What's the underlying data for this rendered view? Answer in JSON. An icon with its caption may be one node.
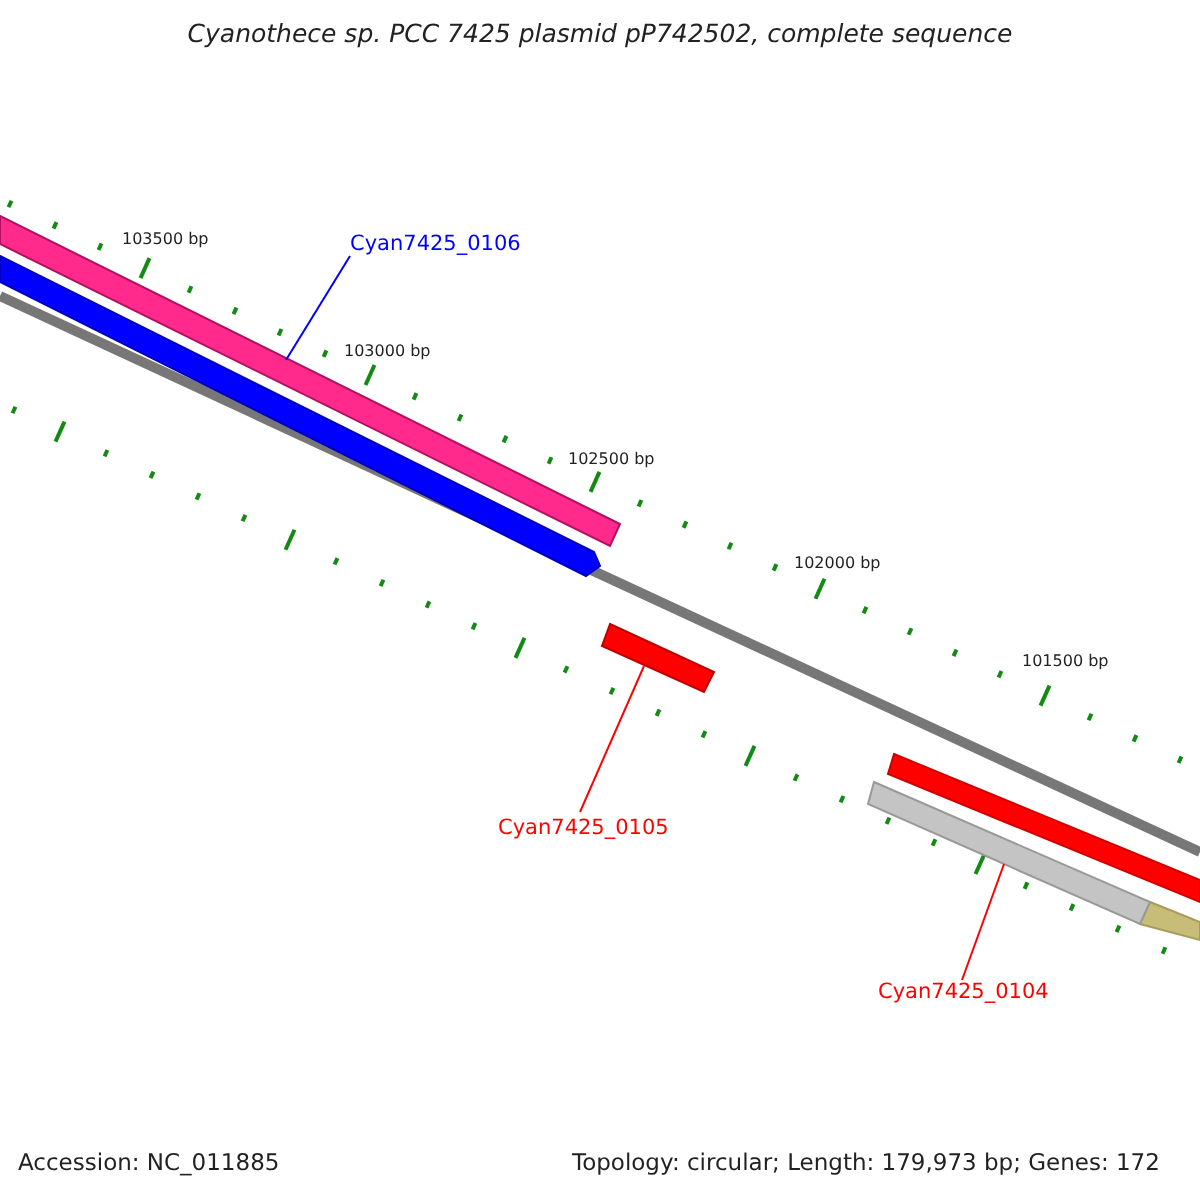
{
  "diagram": {
    "title": "Cyanothece sp. PCC 7425 plasmid pP742502, complete sequence",
    "nodes": [
      {
        "text": [
          "Cyan7425_0106"
        ]
      },
      {
        "text": [
          "Cyan7425_0105"
        ]
      },
      {
        "text": [
          "Cyan7425_0104"
        ]
      },
      {
        "text": [],
        "shape": "bar"
      },
      {
        "text": [],
        "shape": "bar"
      },
      {
        "text": [],
        "shape": "bar"
      }
    ],
    "edges": [
      {
        "from": 0,
        "to": 3,
        "arrow": "none",
        "color": "#0000ff"
      },
      {
        "from": 1,
        "to": 4,
        "arrow": "none"
      },
      {
        "from": 2,
        "to": 5,
        "arrow": "none"
      }
    ],
    "labels": [
      "103500 bp",
      "103000 bp",
      "102500 bp",
      "102000 bp",
      "101500 bp",
      "Accession: NC_011885",
      "Topology: circular; Length: 179,973 bp; Genes: 172"
    ]
  }
}
